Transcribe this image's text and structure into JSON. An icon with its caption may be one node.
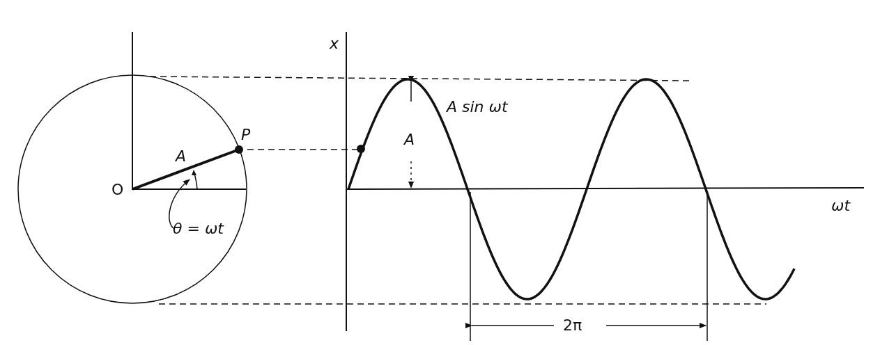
{
  "diagram": {
    "nodes": [
      {
        "text": [
          "θ = ωt"
        ]
      },
      {
        "text": [],
        "shape": "arc"
      }
    ],
    "edges": [
      {
        "from": 0,
        "to": 1,
        "arrow": "to"
      }
    ],
    "labels": [
      "x",
      "P",
      "A",
      "O",
      "A sin ωt",
      "A",
      "ωt",
      "2π"
    ]
  }
}
